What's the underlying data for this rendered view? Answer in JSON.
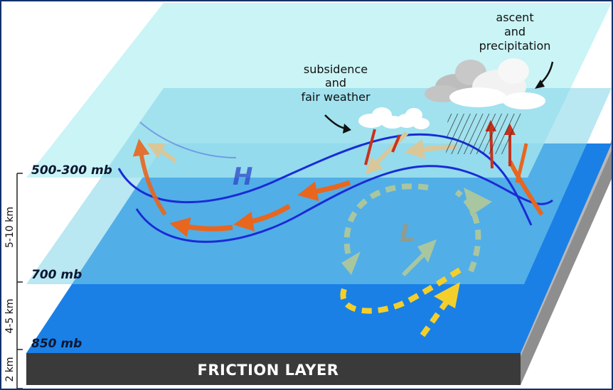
{
  "layers": {
    "upper": "500-300 mb",
    "middle": "700 mb",
    "lower": "850 mb",
    "base": "FRICTION LAYER"
  },
  "heights": {
    "upper_band": "5-10 km",
    "middle_band": "4-5 km",
    "lower_band": "2 km"
  },
  "pressure_centers": {
    "high": "H",
    "low": "L"
  },
  "annotations": {
    "subsidence": [
      "subsidence",
      "and",
      "fair weather"
    ],
    "ascent": [
      "ascent",
      "and",
      "precipitation"
    ]
  },
  "colors": {
    "upper_plane": "#bff2f4",
    "middle_plane": "#7fd6ea",
    "lower_plane": "#1a7fe6",
    "friction": "#3c3c3c",
    "jet_stream": "#1a2bd6",
    "upper_flow_arrow": "#e8661e",
    "mid_flow_arrow": "#a9c79e",
    "low_flow_arrow": "#f4cf2a",
    "rising_air": "#c8321c"
  }
}
